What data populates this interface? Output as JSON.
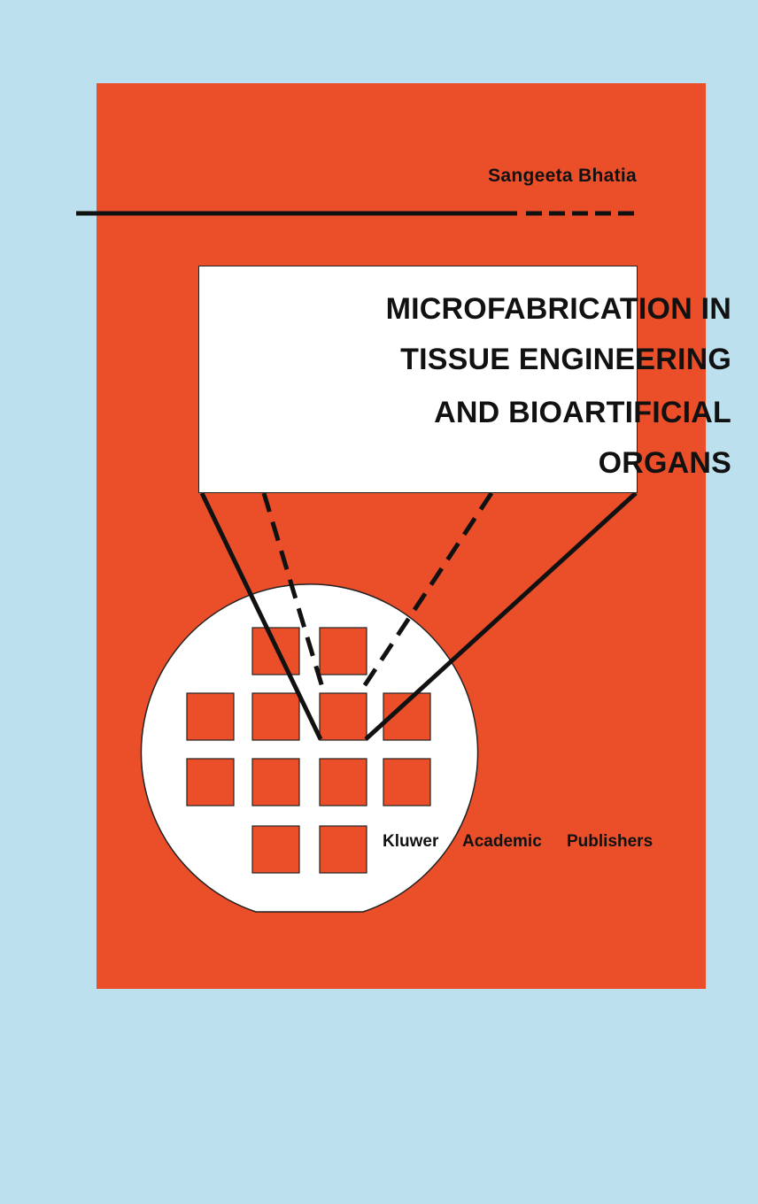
{
  "cover": {
    "author": "Sangeeta Bhatia",
    "title_lines": [
      "MICROFABRICATION IN",
      "TISSUE ENGINEERING",
      "AND BIOARTIFICIAL",
      "ORGANS"
    ],
    "publisher_words": [
      "Kluwer",
      "Academic",
      "Publishers"
    ]
  },
  "colors": {
    "background": "#bde0ee",
    "cover": "#ea4f2a",
    "ink": "#111111",
    "wafer": "#ffffff"
  },
  "illustration": {
    "wafer_die_count": 12,
    "die_rows": [
      2,
      4,
      4,
      2
    ]
  }
}
